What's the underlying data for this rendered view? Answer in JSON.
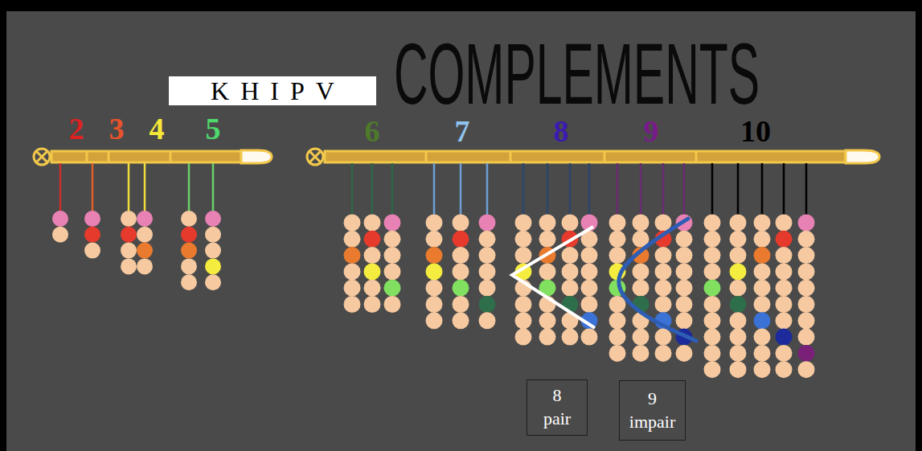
{
  "diagram": {
    "title": "KHIPV",
    "nodes": [
      {
        "text": [
          "8 pair"
        ]
      },
      {
        "text": [
          "9 impair"
        ]
      }
    ],
    "labels": [
      "COMPLEMENTS",
      "2",
      "3",
      "4",
      "5",
      "6",
      "7",
      "8",
      "9",
      "10"
    ]
  }
}
